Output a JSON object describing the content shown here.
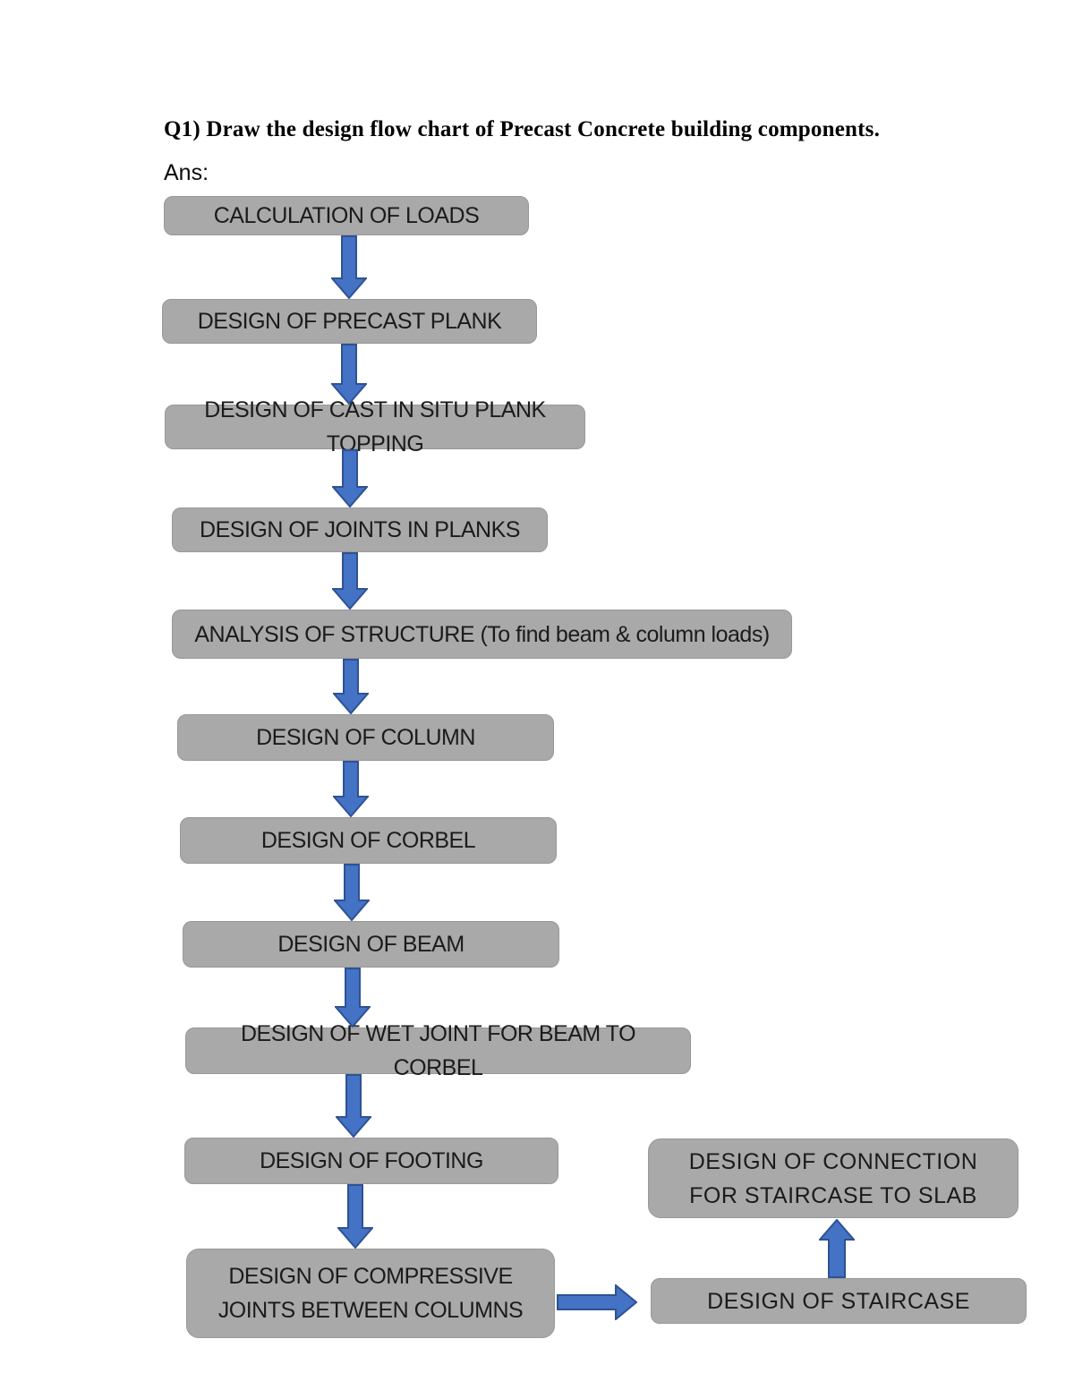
{
  "document": {
    "question_title": "Q1) Draw the design flow chart of Precast Concrete building components.",
    "answer_label": "Ans:"
  },
  "colors": {
    "page_background": "#ffffff",
    "node_fill": "#a9a9a9",
    "node_text": "#1b1b1b",
    "arrow_fill": "#4472c4",
    "arrow_outline": "#2e5293"
  },
  "flowchart": {
    "nodes": [
      {
        "id": "calculation-of-loads",
        "label": "CALCULATION OF LOADS"
      },
      {
        "id": "design-of-precast-plank",
        "label": "DESIGN OF PRECAST PLANK"
      },
      {
        "id": "design-of-cast-in-situ-plank-topping",
        "label": "DESIGN OF CAST IN SITU PLANK TOPPING"
      },
      {
        "id": "design-of-joints-in-planks",
        "label": "DESIGN OF JOINTS IN PLANKS"
      },
      {
        "id": "analysis-of-structure",
        "label": "ANALYSIS OF STRUCTURE (To find beam & column loads)"
      },
      {
        "id": "design-of-column",
        "label": "DESIGN OF COLUMN"
      },
      {
        "id": "design-of-corbel",
        "label": "DESIGN OF CORBEL"
      },
      {
        "id": "design-of-beam",
        "label": "DESIGN OF BEAM"
      },
      {
        "id": "design-of-wet-joint-for-beam-to-corbel",
        "label": "DESIGN OF WET JOINT FOR BEAM TO CORBEL"
      },
      {
        "id": "design-of-footing",
        "label": "DESIGN OF FOOTING"
      },
      {
        "id": "design-of-compressive-joints-between-columns",
        "label": "DESIGN OF COMPRESSIVE JOINTS BETWEEN COLUMNS"
      },
      {
        "id": "design-of-connection-for-staircase-to-slab",
        "label": "DESIGN OF CONNECTION FOR STAIRCASE TO SLAB"
      },
      {
        "id": "design-of-staircase",
        "label": "DESIGN OF STAIRCASE"
      }
    ],
    "edges": [
      {
        "from": "calculation-of-loads",
        "to": "design-of-precast-plank",
        "direction": "down"
      },
      {
        "from": "design-of-precast-plank",
        "to": "design-of-cast-in-situ-plank-topping",
        "direction": "down"
      },
      {
        "from": "design-of-cast-in-situ-plank-topping",
        "to": "design-of-joints-in-planks",
        "direction": "down"
      },
      {
        "from": "design-of-joints-in-planks",
        "to": "analysis-of-structure",
        "direction": "down"
      },
      {
        "from": "analysis-of-structure",
        "to": "design-of-column",
        "direction": "down"
      },
      {
        "from": "design-of-column",
        "to": "design-of-corbel",
        "direction": "down"
      },
      {
        "from": "design-of-corbel",
        "to": "design-of-beam",
        "direction": "down"
      },
      {
        "from": "design-of-beam",
        "to": "design-of-wet-joint-for-beam-to-corbel",
        "direction": "down"
      },
      {
        "from": "design-of-wet-joint-for-beam-to-corbel",
        "to": "design-of-footing",
        "direction": "down"
      },
      {
        "from": "design-of-footing",
        "to": "design-of-compressive-joints-between-columns",
        "direction": "down"
      },
      {
        "from": "design-of-compressive-joints-between-columns",
        "to": "design-of-staircase",
        "direction": "right"
      },
      {
        "from": "design-of-staircase",
        "to": "design-of-connection-for-staircase-to-slab",
        "direction": "up"
      }
    ]
  }
}
